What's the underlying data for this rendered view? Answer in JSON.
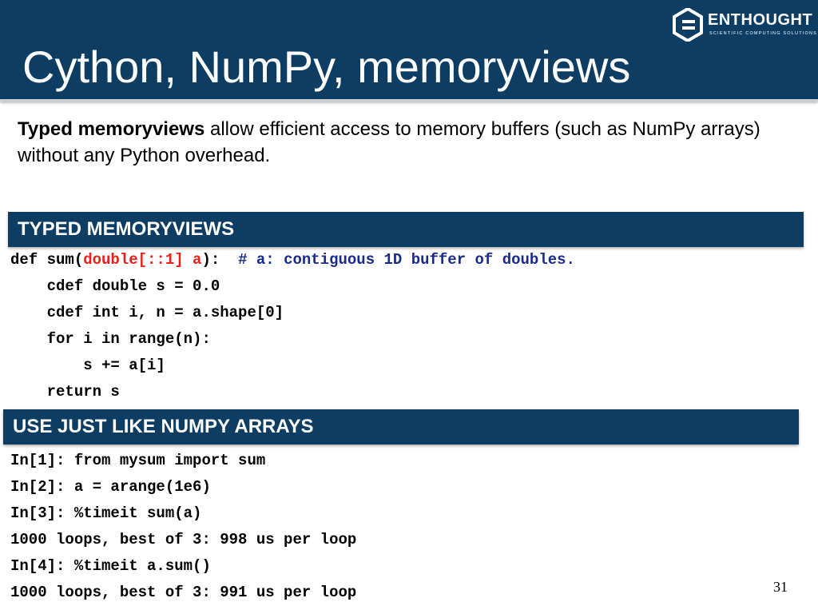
{
  "slide": {
    "title": "Cython, NumPy, memoryviews",
    "page_number": "31"
  },
  "logo": {
    "name": "ENTHOUGHT",
    "tagline": "SCIENTIFIC COMPUTING SOLUTIONS"
  },
  "intro": {
    "bold": "Typed memoryviews",
    "rest": " allow efficient access to memory buffers (such as NumPy arrays) without any Python overhead."
  },
  "sections": [
    {
      "heading": "TYPED MEMORYVIEWS"
    },
    {
      "heading": "USE JUST LIKE NUMPY ARRAYS"
    }
  ],
  "code1": {
    "line0_pre": "def sum(",
    "line0_arg": "double[::1] a",
    "line0_post": "):  ",
    "line0_comment": "# a: contiguous 1D buffer of doubles.",
    "lines": [
      "    cdef double s = 0.0",
      "    cdef int i, n = a.shape[0]",
      "    for i in range(n):",
      "        s += a[i]",
      "    return s"
    ]
  },
  "code2": {
    "lines": [
      "In[1]: from mysum import sum",
      "In[2]: a = arange(1e6)",
      "In[3]: %timeit sum(a)",
      "1000 loops, best of 3: 998 us per loop",
      "In[4]: %timeit a.sum()",
      "1000 loops, best of 3: 991 us per loop"
    ]
  },
  "colors": {
    "header_bg": "#0d3d63",
    "argument_red": "#e8201a",
    "comment_blue": "#1a2a8a"
  }
}
